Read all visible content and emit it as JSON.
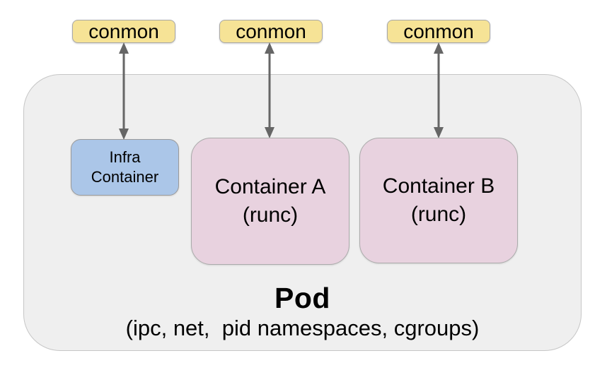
{
  "conmon_boxes": [
    {
      "label": "conmon"
    },
    {
      "label": "conmon"
    },
    {
      "label": "conmon"
    }
  ],
  "pod": {
    "title": "Pod",
    "subtitle": "(ipc, net,  pid namespaces, cgroups)"
  },
  "nodes": {
    "infra": {
      "line1": "Infra",
      "line2": "Container"
    },
    "container_a": {
      "line1": "Container A",
      "line2": "(runc)"
    },
    "container_b": {
      "line1": "Container B",
      "line2": "(runc)"
    }
  },
  "colors": {
    "conmon_fill": "#f6e396",
    "infra_fill": "#abc6e8",
    "container_fill": "#e8d2df",
    "pod_fill": "#efefef",
    "pod_border": "#c6c6c6",
    "arrow": "#666666",
    "text": "#000000"
  }
}
